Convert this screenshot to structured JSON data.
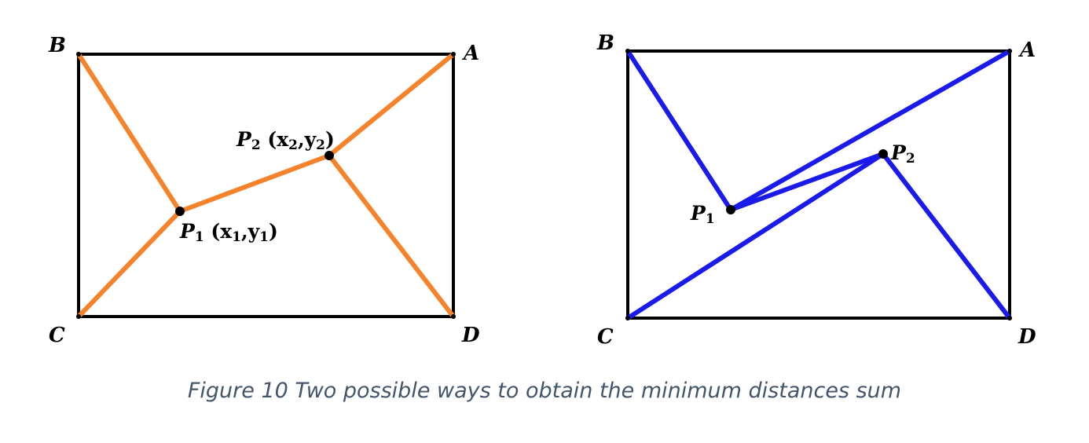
{
  "left_diagram": {
    "vertex_labels": {
      "A": "A",
      "B": "B",
      "C": "C",
      "D": "D"
    },
    "p1_label": {
      "main": "P",
      "sub": "1",
      "coords": " (x",
      "coord_x_sub": "1",
      "comma": ",y",
      "coord_y_sub": "1",
      "close": ")"
    },
    "p2_label": {
      "main": "P",
      "sub": "2",
      "coords": " (x",
      "coord_x_sub": "2",
      "comma": ",y",
      "coord_y_sub": "2",
      "close": ")"
    },
    "edge_color": "#f5832b"
  },
  "right_diagram": {
    "vertex_labels": {
      "A": "A",
      "B": "B",
      "C": "C",
      "D": "D"
    },
    "p1_label": {
      "main": "P",
      "sub": "1"
    },
    "p2_label": {
      "main": "P",
      "sub": "2"
    },
    "edge_color": "#1a1aeb"
  },
  "caption": "Figure 10 Two possible ways to obtain the minimum distances sum"
}
